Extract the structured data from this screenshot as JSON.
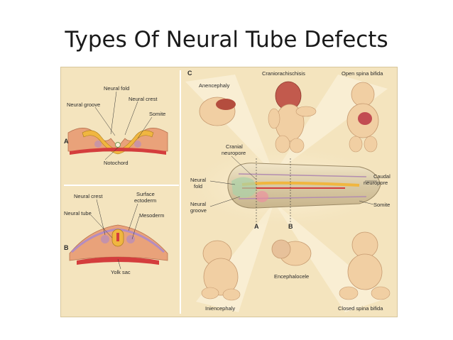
{
  "slide": {
    "title": "Types Of Neural Tube Defects"
  },
  "figure": {
    "panel_letters": {
      "a": "A",
      "b": "B",
      "c": "C"
    },
    "panel_a": {
      "neural_fold": "Neural fold",
      "neural_crest": "Neural crest",
      "neural_groove": "Neural groove",
      "somite": "Somite",
      "notochord": "Notochord"
    },
    "panel_b": {
      "neural_crest": "Neural crest",
      "surface_ectoderm_1": "Surface",
      "surface_ectoderm_2": "ectoderm",
      "neural_tube": "Neural tube",
      "mesoderm": "Mesoderm",
      "yolk_sac": "Yolk sac"
    },
    "panel_c": {
      "anencephaly": "Anencephaly",
      "craniorachischisis": "Craniorachischisis",
      "open_spina_bifida": "Open spina bifida",
      "cranial_neuropore_1": "Cranial",
      "cranial_neuropore_2": "neuropore",
      "neural_fold_1": "Neural",
      "neural_fold_2": "fold",
      "neural_groove_1": "Neural",
      "neural_groove_2": "groove",
      "caudal_neuropore_1": "Caudal",
      "caudal_neuropore_2": "neuropore",
      "somite": "Somite",
      "section_a": "A",
      "section_b": "B",
      "encephalocele": "Encephalocele",
      "iniencephaly": "Iniencephaly",
      "closed_spina_bifida": "Closed spina bifida"
    }
  },
  "colors": {
    "panel_bg": "#f4e4be",
    "mesoderm": "#e9a27a",
    "neural_plate": "#f0b640",
    "yolk": "#d43d3d",
    "skin": "#f1cfa3"
  }
}
